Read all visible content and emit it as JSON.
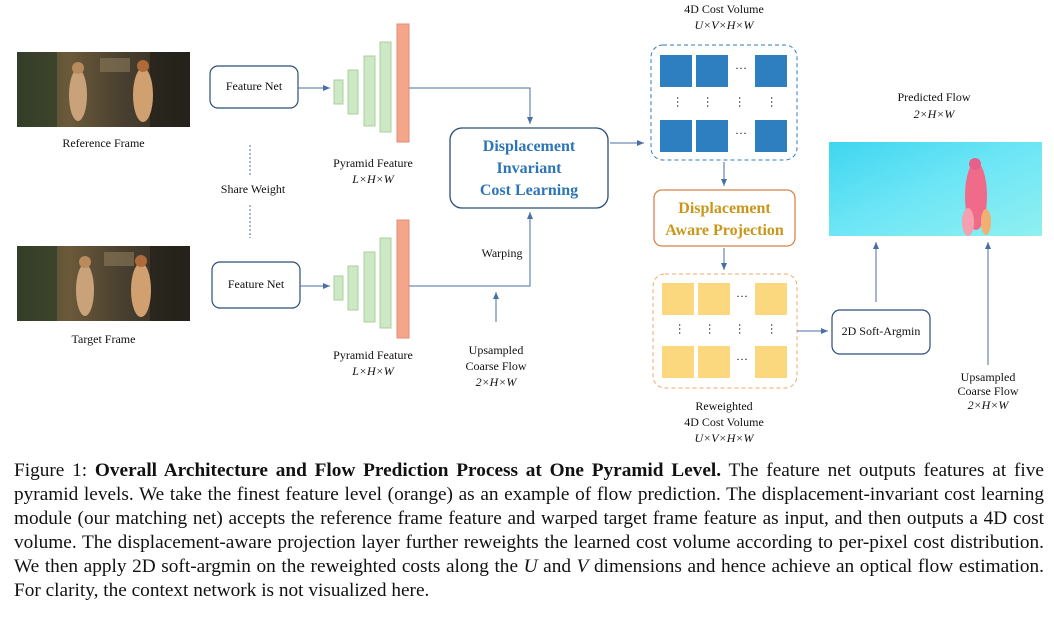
{
  "figure": {
    "reference_frame_label": "Reference Frame",
    "target_frame_label": "Target Frame",
    "share_weight_label": "Share Weight",
    "feature_net_top": "Feature Net",
    "feature_net_bottom": "Feature Net",
    "pyramid_top_title": "Pyramid Feature",
    "pyramid_top_dims": "L×H×W",
    "pyramid_bottom_title": "Pyramid Feature",
    "pyramid_bottom_dims": "L×H×W",
    "dicl_line1": "Displacement",
    "dicl_line2": "Invariant",
    "dicl_line3": "Cost Learning",
    "warping_label": "Warping",
    "upsampled_left_line1": "Upsampled",
    "upsampled_left_line2": "Coarse Flow",
    "upsampled_left_dims": "2×H×W",
    "cost_volume_title": "4D Cost Volume",
    "cost_volume_dims": "U×V×H×W",
    "dap_line1": "Displacement",
    "dap_line2": "Aware Projection",
    "reweighted_line1": "Reweighted",
    "reweighted_line2": "4D Cost Volume",
    "reweighted_dims": "U×V×H×W",
    "soft_argmin_label": "2D Soft-Argmin",
    "predicted_flow_title": "Predicted Flow",
    "predicted_flow_dims": "2×H×W",
    "upsampled_right_line1": "Upsampled",
    "upsampled_right_line2": "Coarse Flow",
    "upsampled_right_dims": "2×H×W",
    "ellipsis": "···",
    "colors": {
      "blue_cell": "#2e7fbf",
      "yellow_cell": "#fbd87e",
      "green_pyramid": "#cde8c4",
      "orange_pyramid": "#f4a58a",
      "dicl_text": "#2e75b6",
      "dap_text": "#c9961a",
      "arrow": "#4a6fa5"
    }
  },
  "caption": {
    "prefix": "Figure 1: ",
    "bold": "Overall Architecture and Flow Prediction Process at One Pyramid Level.",
    "text_a": " The feature net outputs features at five pyramid levels. We take the finest feature level (orange) as an example of flow prediction. The displacement-invariant cost learning module (our matching net) accepts the reference frame feature and warped target frame feature as input, and then outputs a 4D cost volume. The displacement-aware projection layer further reweights the learned cost volume according to per-pixel cost distribution. We then apply 2D soft-argmin on the reweighted costs along the ",
    "var_u": "U",
    "text_b": " and ",
    "var_v": "V",
    "text_c": " dimensions and hence achieve an optical flow estimation. For clarity, the context network is not visualized here."
  }
}
